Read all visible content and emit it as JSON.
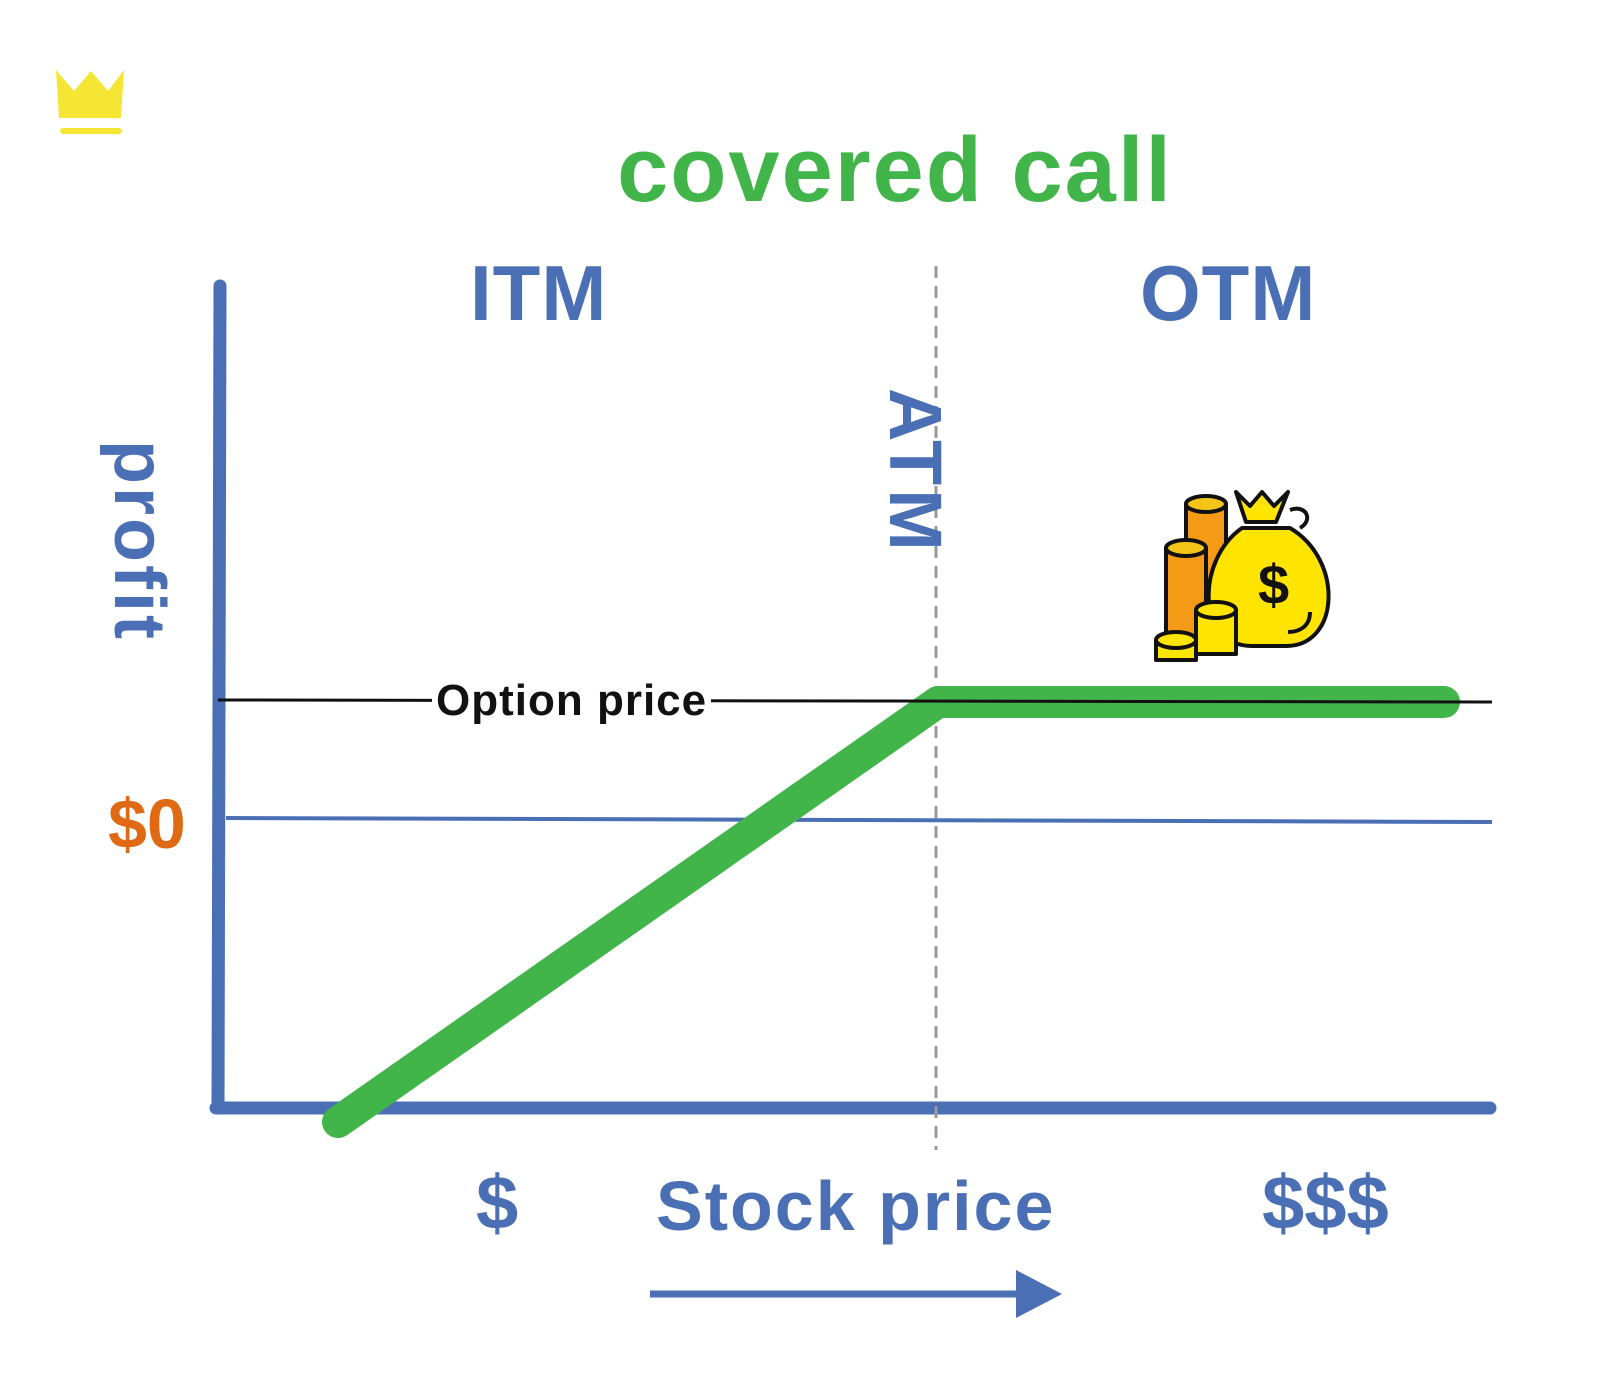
{
  "title": "covered call",
  "regions": {
    "left": "ITM",
    "right": "OTM",
    "boundary": "ATM"
  },
  "axes": {
    "ylabel": "profit",
    "xlabel": "Stock price",
    "x_low_label": "$",
    "x_high_label": "$$$"
  },
  "zero_label": "$0",
  "option_price_label": "Option price",
  "icons": {
    "logo": "crown-icon",
    "money": "money-bag-icon"
  },
  "colors": {
    "title": "#41b549",
    "axis": "#4a6fb5",
    "text": "#4a6fb5",
    "payoff": "#41b549",
    "zero": "#e06a14",
    "option_line": "#111111",
    "crown": "#f5e535",
    "dashed": "#999999"
  }
}
